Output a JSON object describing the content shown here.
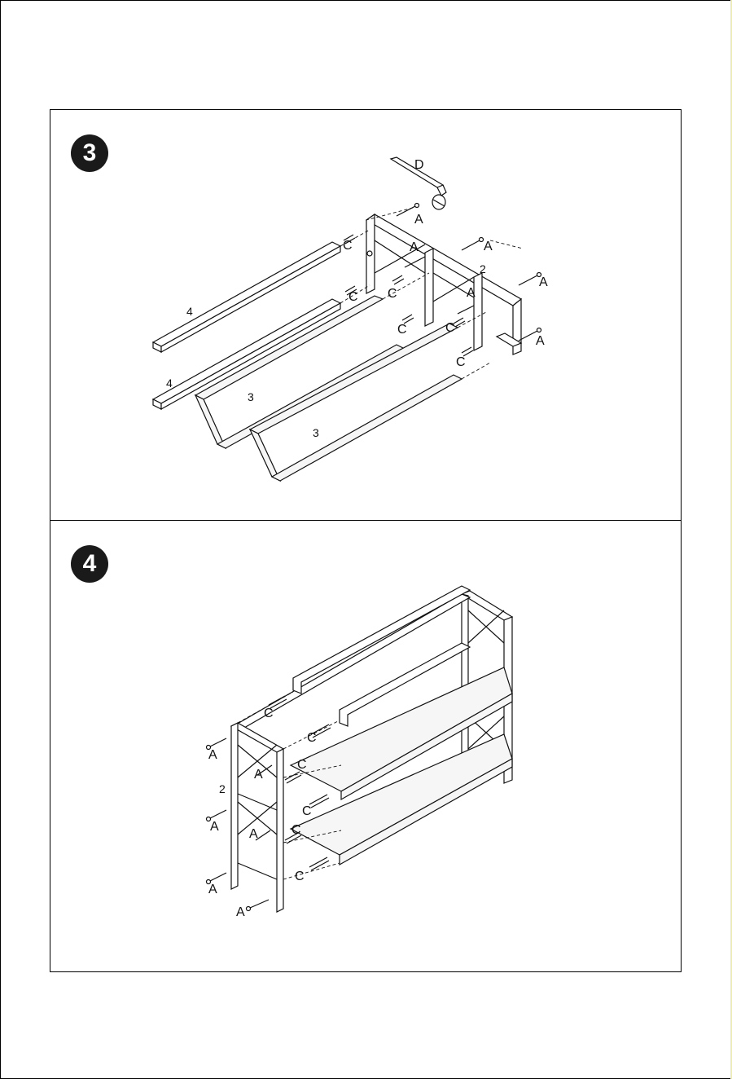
{
  "steps": [
    {
      "number": "3",
      "labels": {
        "hex_key": "D",
        "bolt": "A",
        "dowel": "C",
        "side_frame": "2",
        "long_rail": "4",
        "shelf": "3"
      }
    },
    {
      "number": "4",
      "labels": {
        "bolt": "A",
        "dowel": "C",
        "side_frame": "2"
      }
    }
  ]
}
